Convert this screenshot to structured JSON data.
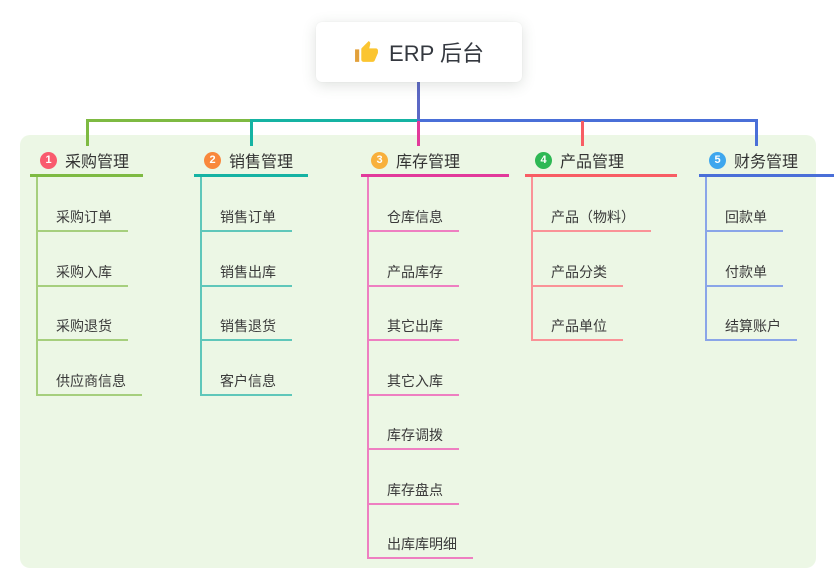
{
  "title": {
    "text": "ERP 后台",
    "icon": "thumbs-up-icon"
  },
  "colors": {
    "canvas_bg": "#ffffff",
    "panel_bg": "#ecf7e5",
    "root_line": "#5c68c5",
    "text_dark": "#333333"
  },
  "branches": [
    {
      "badge": "1",
      "label": "采购管理",
      "badge_color": "#f95b6e",
      "line_color": "#7eba42",
      "child_line_color": "#a6cf7d",
      "children": [
        "采购订单",
        "采购入库",
        "采购退货",
        "供应商信息"
      ]
    },
    {
      "badge": "2",
      "label": "销售管理",
      "badge_color": "#f9883c",
      "line_color": "#15b3a3",
      "child_line_color": "#5fc7ba",
      "children": [
        "销售订单",
        "销售出库",
        "销售退货",
        "客户信息"
      ]
    },
    {
      "badge": "3",
      "label": "库存管理",
      "badge_color": "#f8b03c",
      "line_color": "#e23a9b",
      "child_line_color": "#ee7fc1",
      "children": [
        "仓库信息",
        "产品库存",
        "其它出库",
        "其它入库",
        "库存调拨",
        "库存盘点",
        "出库库明细"
      ]
    },
    {
      "badge": "4",
      "label": "产品管理",
      "badge_color": "#2eb854",
      "line_color": "#f85d64",
      "child_line_color": "#fa9297",
      "children": [
        "产品（物料）",
        "产品分类",
        "产品单位"
      ]
    },
    {
      "badge": "5",
      "label": "财务管理",
      "badge_color": "#3ea7ee",
      "line_color": "#4a6fd8",
      "child_line_color": "#8aa5e8",
      "children": [
        "回款单",
        "付款单",
        "结算账户"
      ]
    }
  ]
}
